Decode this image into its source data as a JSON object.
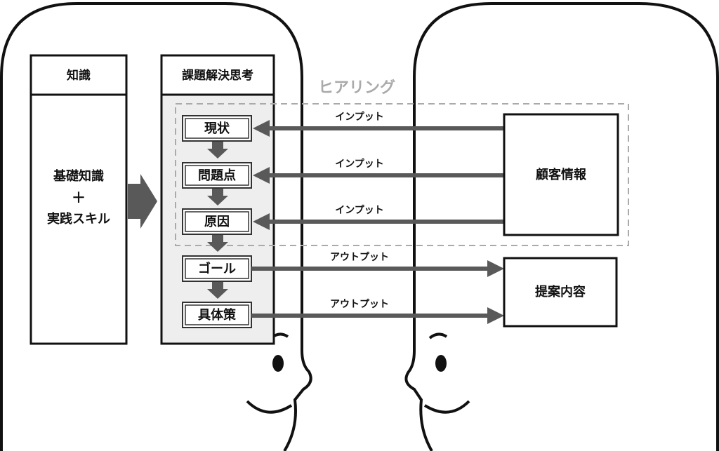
{
  "knowledge": {
    "title": "知識",
    "line1": "基礎知識",
    "plus": "＋",
    "line2": "実践スキル"
  },
  "thinking": {
    "title": "課題解決思考",
    "steps": [
      "現状",
      "問題点",
      "原因",
      "ゴール",
      "具体策"
    ]
  },
  "hearing_label": "ヒアリング",
  "flows": [
    "インプット",
    "インプット",
    "インプット",
    "アウトプット",
    "アウトプット"
  ],
  "customer_info": "顧客情報",
  "proposal": "提案内容",
  "colors": {
    "arrow": "#595959",
    "panel": "#eeeeee",
    "hearing": "#aaaaaa",
    "line": "#111111"
  }
}
